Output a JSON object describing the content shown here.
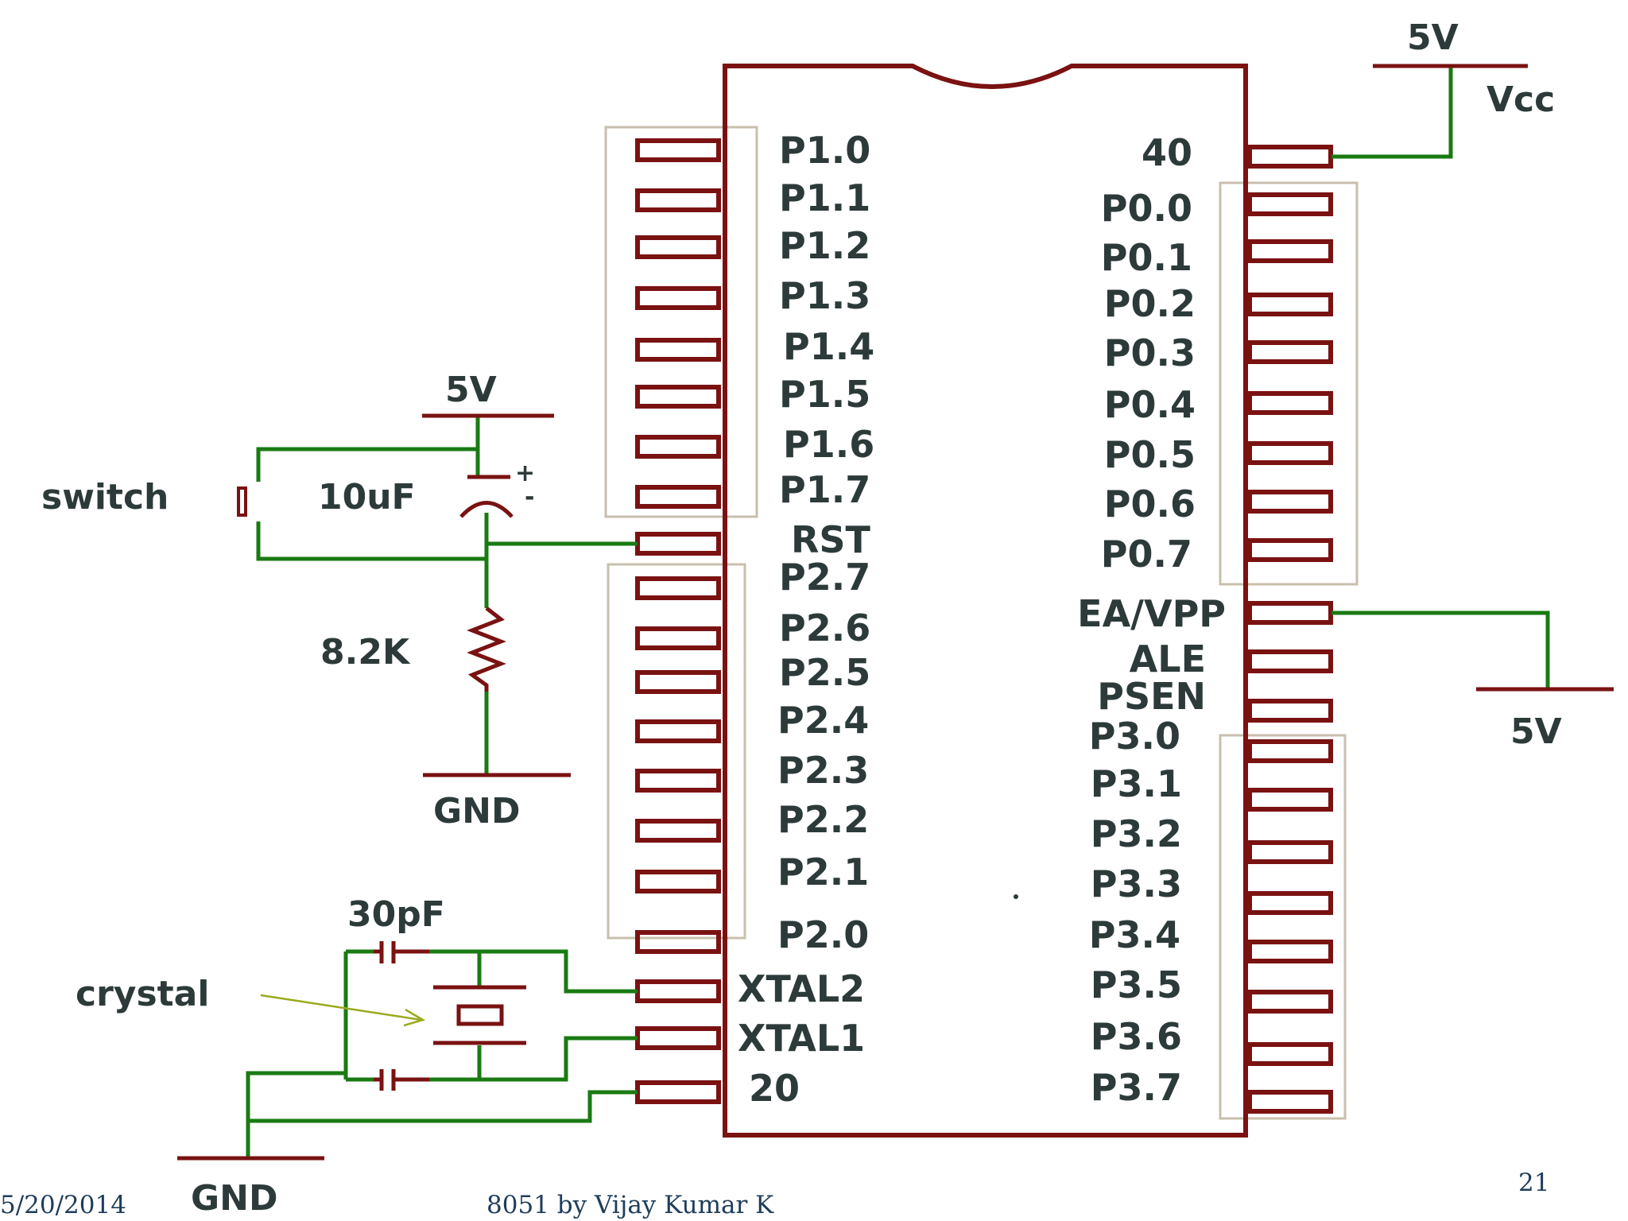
{
  "colors": {
    "outline": "#7a1212",
    "wire": "#1a7a12",
    "label": "#2d3a3a",
    "group_box": "#c8bfae",
    "arrow": "#9aaa1c",
    "footer": "#1f3d5a"
  },
  "chip": {
    "left_pins": [
      "P1.0",
      "P1.1",
      "P1.2",
      "P1.3",
      "P1.4",
      "P1.5",
      "P1.6",
      "P1.7",
      "RST",
      "P2.7",
      "P2.6",
      "P2.5",
      "P2.4",
      "P2.3",
      "P2.2",
      "P2.1",
      "P2.0",
      "XTAL2",
      "XTAL1",
      "20"
    ],
    "right_pins": [
      "40",
      "P0.0",
      "P0.1",
      "P0.2",
      "P0.3",
      "P0.4",
      "P0.5",
      "P0.6",
      "P0.7",
      "EA/VPP",
      "ALE",
      "PSEN",
      "P3.0",
      "P3.1",
      "P3.2",
      "P3.3",
      "P3.4",
      "P3.5",
      "P3.6",
      "P3.7"
    ]
  },
  "labels": {
    "vcc_supply": "5V",
    "vcc": "Vcc",
    "ea_supply": "5V",
    "reset_supply": "5V",
    "switch": "switch",
    "capacitor": "10uF",
    "cap_plus": "+",
    "cap_minus": "-",
    "resistor": "8.2K",
    "reset_gnd": "GND",
    "osc_cap": "30pF",
    "crystal": "crystal",
    "bottom_gnd": "GND"
  },
  "footer": {
    "date": "5/20/2014",
    "title": "8051 by Vijay Kumar K",
    "page": "21"
  }
}
